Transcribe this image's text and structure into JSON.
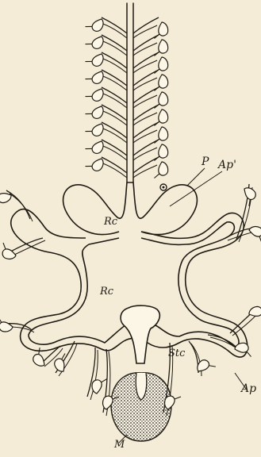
{
  "figure": {
    "labels": {
      "rc_top": "Rc",
      "p": "P",
      "ap_prime": "Ap'",
      "rc_mid": "Rc",
      "stc": "Stc",
      "ap": "Ap",
      "m": "M"
    },
    "colors": {
      "paper": "#f4ecd6",
      "ink": "#1e1a14",
      "stipple": "#2a2520",
      "fill": "#fbf6e6"
    }
  }
}
